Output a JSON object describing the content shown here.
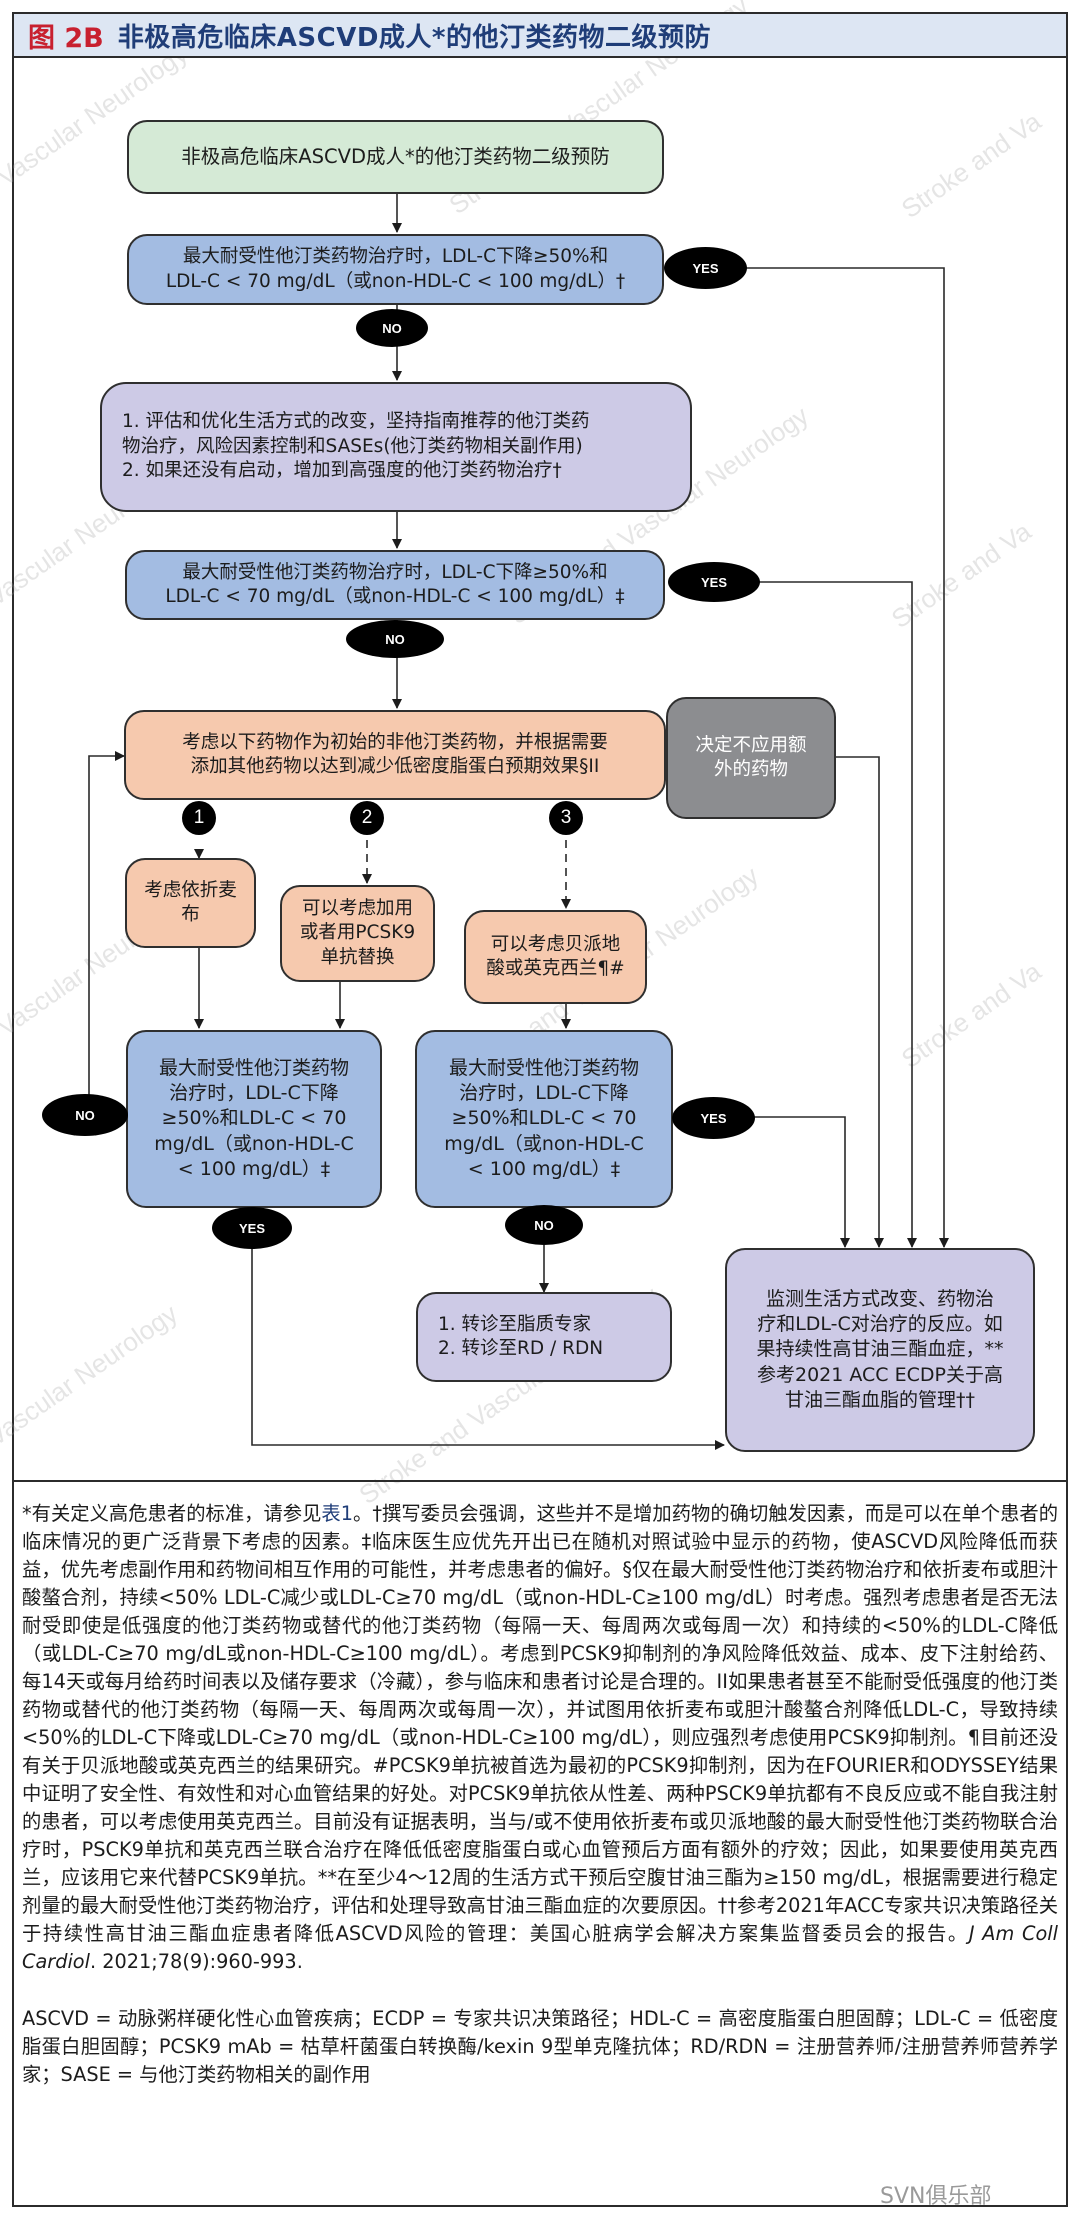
{
  "title": {
    "prefix": "图 2B",
    "text": "非极高危临床ASCVD成人*的他汀类药物二级预防"
  },
  "colors": {
    "title_prefix": "#c8202f",
    "title_text": "#1f3d78",
    "start_box": "#d5ead6",
    "decision_box": "#a3bce2",
    "action_box": "#cdcae6",
    "option_box": "#f6c9ae",
    "stop_box": "#8c8d90"
  },
  "flowchart": {
    "start": "非极高危临床ASCVD成人*的他汀类药物二级预防",
    "decision1": {
      "line1": "最大耐受性他汀类药物治疗时，LDL-C下降≥50%和",
      "line2": "LDL-C < 70 mg/dL（或non-HDL-C < 100 mg/dL）†",
      "yes": "YES",
      "no": "NO"
    },
    "action1": {
      "line1": "1. 评估和优化生活方式的改变，坚持指南推荐的他汀类药",
      "line2": "物治疗，风险因素控制和SASEs(他汀类药物相关副作用)",
      "line3": "2. 如果还没有启动，增加到高强度的他汀类药物治疗†"
    },
    "decision2": {
      "line1": "最大耐受性他汀类药物治疗时，LDL-C下降≥50%和",
      "line2": "LDL-C < 70 mg/dL（或non-HDL-C < 100 mg/dL）‡",
      "yes": "YES",
      "no": "NO"
    },
    "consider": {
      "line1": "考虑以下药物作为初始的非他汀类药物，并根据需要",
      "line2": "添加其他药物以达到减少低密度脂蛋白预期效果§II"
    },
    "no_additional": {
      "line1": "决定不应用额",
      "line2": "外的药物"
    },
    "options": [
      {
        "number": "1",
        "line1": "考虑依折麦",
        "line2": "布",
        "line3": ""
      },
      {
        "number": "2",
        "line1": "可以考虑加用",
        "line2": "或者用PCSK9",
        "line3": "单抗替换"
      },
      {
        "number": "3",
        "line1": "可以考虑贝派地",
        "line2": "酸或英克西兰¶#",
        "line3": ""
      }
    ],
    "decision3": {
      "lines": [
        "最大耐受性他汀类药物",
        "治疗时，LDL-C下降",
        "≥50%和LDL-C < 70",
        "mg/dL（或non-HDL-C",
        "< 100 mg/dL）‡"
      ],
      "yes": "YES",
      "no": "NO"
    },
    "decision4": {
      "lines": [
        "最大耐受性他汀类药物",
        "治疗时，LDL-C下降",
        "≥50%和LDL-C < 70",
        "mg/dL（或non-HDL-C",
        "< 100 mg/dL）‡"
      ],
      "yes": "YES",
      "no": "NO"
    },
    "referral": {
      "line1": "1. 转诊至脂质专家",
      "line2": "2. 转诊至RD / RDN"
    },
    "monitor": {
      "lines": [
        "监测生活方式改变、药物治",
        "疗和LDL-C对治疗的反应。如",
        "果持续性高甘油三酯血症，**",
        "参考2021 ACC ECDP关于高",
        "甘油三酯血脂的管理††"
      ]
    }
  },
  "footnotes": {
    "p1_a": "*有关定义高危患者的标准，请参见",
    "p1_link": "表1",
    "p1_b": "。†撰写委员会强调，这些并不是增加药物的确切触发因素，而是可以在单个患者的临床情况的更广泛背景下考虑的因素。‡临床医生应优先开出已在随机对照试验中显示的药物，使ASCVD风险降低而获益，优先考虑副作用和药物间相互作用的可能性，并考虑患者的偏好。§仅在最大耐受性他汀类药物治疗和依折麦布或胆汁酸螯合剂，持续<50% LDL-C减少或LDL-C≥70 mg/dL（或non-HDL-C≥100 mg/dL）时考虑。强烈考虑患者是否无法耐受即使是低强度的他汀类药物或替代的他汀类药物（每隔一天、每周两次或每周一次）和持续的<50%的LDL-C降低（或LDL-C≥70 mg/dL或non-HDL-C≥100 mg/dL）。考虑到PCSK9抑制剂的净风险降低效益、成本、皮下注射给药、每14天或每月给药时间表以及储存要求（冷藏），参与临床和患者讨论是合理的。II如果患者甚至不能耐受低强度的他汀类药物或替代的他汀类药物（每隔一天、每周两次或每周一次），并试图用依折麦布或胆汁酸螯合剂降低LDL-C，导致持续<50%的LDL-C下降或LDL-C≥70 mg/dL（或non-HDL-C≥100 mg/dL），则应强烈考虑使用PCSK9抑制剂。¶目前还没有关于贝派地酸或英克西兰的结果研究。#PCSK9单抗被首选为最初的PCSK9抑制剂，因为在FOURIER和ODYSSEY结果中证明了安全性、有效性和对心血管结果的好处。对PCSK9单抗依从性差、两种PSCK9单抗都有不良反应或不能自我注射的患者，可以考虑使用英克西兰。目前没有证据表明，当与/或不使用依折麦布或贝派地酸的最大耐受性他汀类药物联合治疗时，PSCK9单抗和英克西兰联合治疗在降低低密度脂蛋白或心血管预后方面有额外的疗效；因此，如果要使用英克西兰，应该用它来代替PCSK9单抗。**在至少4～12周的生活方式干预后空腹甘油三酯为≥150 mg/dL，根据需要进行稳定剂量的最大耐受性他汀类药物治疗，评估和处理导致高甘油三酯血症的次要原因。††参考2021年ACC专家共识决策路径关于持续性高甘油三酯血症患者降低ASCVD风险的管理：美国心脏病学会解决方案集监督委员会的报告。",
    "p1_journal": "J Am Coll Cardiol",
    "p1_citation": ". 2021;78(9):960-993.",
    "abbreviations": "ASCVD = 动脉粥样硬化性心血管疾病；ECDP = 专家共识决策路径；HDL-C = 高密度脂蛋白胆固醇；LDL-C = 低密度脂蛋白胆固醇；PCSK9 mAb = 枯草杆菌蛋白转换酶/kexin 9型单克隆抗体；RD/RDN = 注册营养师/注册营养师营养学家；SASE = 与他汀类药物相关的副作用"
  },
  "watermarks": [
    "Stroke and Vascular Neurology",
    "Vascular Neurology",
    "Stroke and Vascular Neurology",
    "Stroke and Va"
  ],
  "brand_watermark": "SVN俱乐部"
}
